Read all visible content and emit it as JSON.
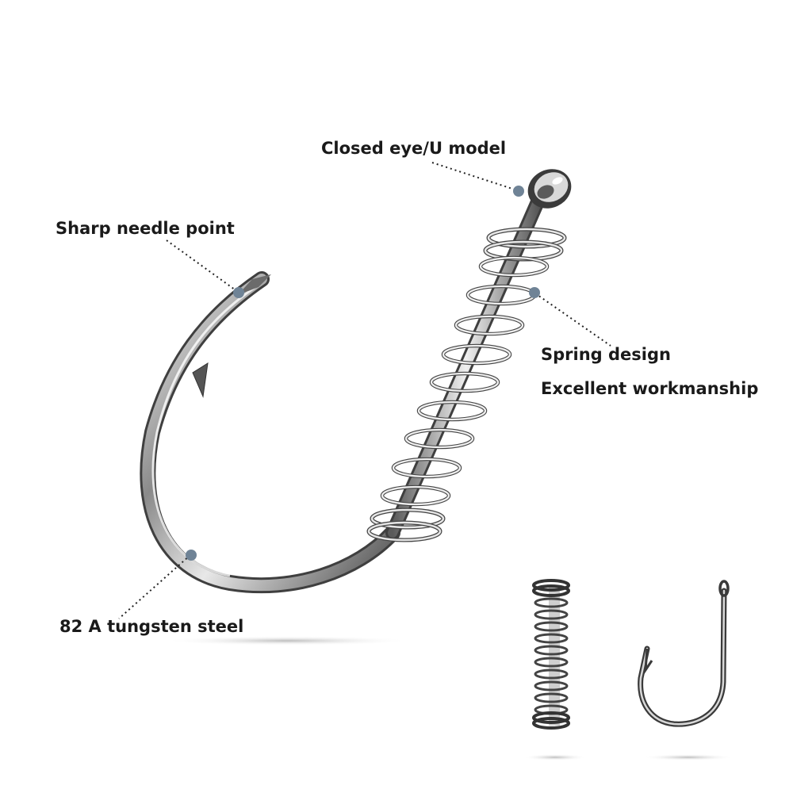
{
  "labels": {
    "closed_eye": "Closed eye/U model",
    "sharp_point": "Sharp needle point",
    "spring_design": "Spring design",
    "workmanship": "Excellent workmanship",
    "steel": "82 A tungsten steel"
  },
  "colors": {
    "background": "#ffffff",
    "text": "#1a1a1a",
    "marker": "#6f8396",
    "leader": "#222222",
    "metal_dark": "#3b3b3b",
    "metal_mid": "#9a9a9a",
    "metal_light": "#f2f2f2",
    "shadow": "#c8c8c8"
  }
}
